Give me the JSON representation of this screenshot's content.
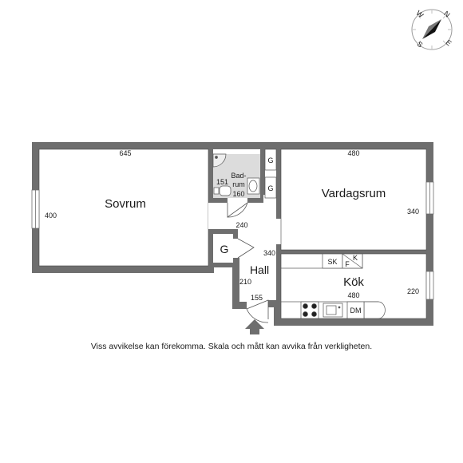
{
  "rooms": {
    "sovrum": "Sovrum",
    "badrum_line1": "Bad-",
    "badrum_line2": "rum",
    "vardagsrum": "Vardagsrum",
    "hall": "Hall",
    "kok": "Kök"
  },
  "dimensions": {
    "sovrum_width": "645",
    "sovrum_depth": "400",
    "bad_width": "151",
    "bad_depth": "160",
    "vardagsrum_width": "480",
    "vardagsrum_depth": "340",
    "hall_width": "240",
    "hall_depth": "340",
    "hall_side": "210",
    "entry_width": "155",
    "kok_width": "480",
    "kok_depth": "220"
  },
  "fixtures": {
    "closet_g": "G",
    "skap": "SK",
    "kyl": "K",
    "frys": "F",
    "diskmaskin": "DM"
  },
  "compass": {
    "n": "N",
    "e": "E",
    "s": "S",
    "w": "W"
  },
  "disclaimer": "Viss avvikelse kan förekomma. Skala och mått kan avvika från verkligheten.",
  "colors": {
    "wall": "#6e6e6e",
    "wall_dark": "#4a4a4a",
    "floor_bad": "#d9d9d9",
    "background": "#ffffff"
  }
}
